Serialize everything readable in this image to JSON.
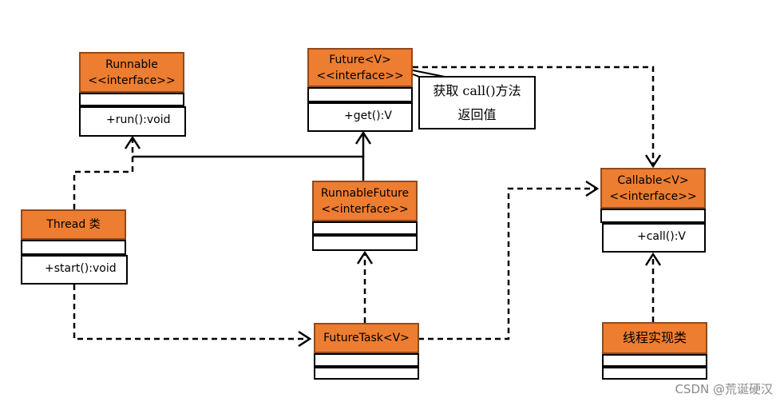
{
  "runnable": {
    "name": "Runnable",
    "stereotype": "<<interface>>",
    "method": "+run():void"
  },
  "future": {
    "name": "Future<V>",
    "stereotype": "<<interface>>",
    "method": "+get():V"
  },
  "note": {
    "line1": "获取 call()方法",
    "line2": "返回值"
  },
  "thread": {
    "name": "Thread 类",
    "method": "+start():void"
  },
  "runnable_future": {
    "name": "RunnableFuture",
    "stereotype": "<<interface>>"
  },
  "callable": {
    "name": "Callable<V>",
    "stereotype": "<<interface>>",
    "method": "+call():V"
  },
  "future_task": {
    "name": "FutureTask<V>"
  },
  "impl_class": {
    "name": "线程实现类"
  },
  "watermark": "CSDN @荒诞硬汉",
  "colors": {
    "header_fill": "#ed7d31",
    "header_border": "#8f4a1d",
    "line": "#000000"
  }
}
